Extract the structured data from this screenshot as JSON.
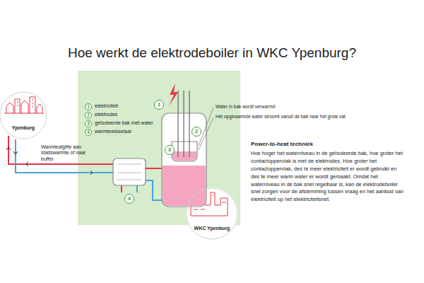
{
  "diagram": {
    "title": "Hoe werkt de elektrodeboiler in WKC Ypenburg?",
    "nodes": [
      {
        "text": [
          "Ypenburg"
        ]
      },
      {
        "text": [
          "WKC Ypenburg"
        ]
      }
    ],
    "labels": [
      "Warmteafgifte aan stadswarmte of naar buffer",
      "1",
      "2",
      "3",
      "4",
      "Water in bak wordt verwarmd",
      "Het opgewarmde water stroomt vanuit de bak naar het grote vat",
      "Power-to-heat techniek",
      "Hoe hoger het waterniveau in de geïsoleerde bak, hoe groter het contactoppervlak is met de elektrodes. Hoe groter het contactoppervlak, des te meer elektriciteit er wordt gebruikt en des te meer warm water er wordt gemaakt. Omdat het waterniveau in de bak snel regelbaar is, kan de elektrodeboiler snel zorgen voor de afstemming tussen vraag en het aanbod van elektriciteit op het elektriciteitsnet.",
      "1",
      "2",
      "3",
      "4"
    ],
    "legend": [
      {
        "text": "elektriciteit"
      },
      {
        "text": "elektrodes"
      },
      {
        "text": "geïsoleerde bak met water"
      },
      {
        "text": "warmtewisselaar"
      }
    ]
  }
}
